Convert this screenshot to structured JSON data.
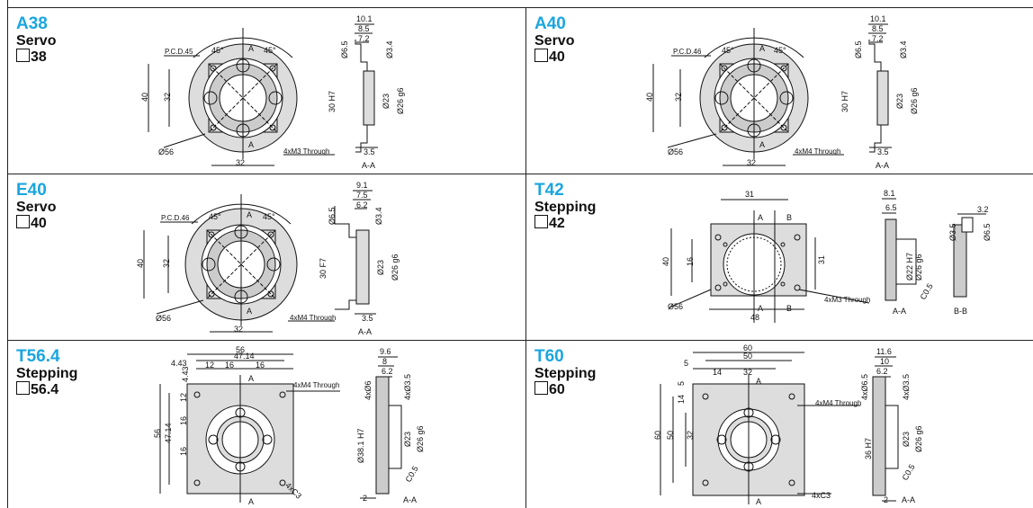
{
  "cells": [
    {
      "code": "A38",
      "type": "Servo",
      "size": "38",
      "pcd": "P.C.D.45",
      "ang1": "45°",
      "ang2": "45°",
      "a1": "A",
      "a2": "A",
      "outer": "40",
      "inner": "32",
      "bottom": "32",
      "dia": "Ø56",
      "hole": "4xM3 Through",
      "s1": "10.1",
      "s2": "8.5",
      "s3": "7.2",
      "s4": "Ø6.5",
      "s5": "Ø3.4",
      "s6": "30 H7",
      "s7": "Ø23",
      "s8": "Ø26 g6",
      "s9": "3.5",
      "sec": "A-A"
    },
    {
      "code": "A40",
      "type": "Servo",
      "size": "40",
      "pcd": "P.C.D.46",
      "ang1": "45°",
      "ang2": "45°",
      "a1": "A",
      "a2": "A",
      "outer": "40",
      "inner": "32",
      "bottom": "32",
      "dia": "Ø56",
      "hole": "4xM4 Through",
      "s1": "10.1",
      "s2": "8.5",
      "s3": "7.2",
      "s4": "Ø6.5",
      "s5": "Ø3.4",
      "s6": "30 H7",
      "s7": "Ø23",
      "s8": "Ø26 g6",
      "s9": "3.5",
      "sec": "A-A"
    },
    {
      "code": "E40",
      "type": "Servo",
      "size": "40",
      "pcd": "P.C.D.46",
      "ang1": "45°",
      "ang2": "45°",
      "a1": "A",
      "a2": "A",
      "outer": "40",
      "inner": "32",
      "bottom": "32",
      "dia": "Ø56",
      "hole": "4xM4 Through",
      "s1": "9.1",
      "s2": "7.5",
      "s3": "6.2",
      "s4": "Ø6.5",
      "s5": "Ø3.4",
      "s6": "30 F7",
      "s7": "Ø23",
      "s8": "Ø26 g6",
      "s9": "3.5",
      "sec": "A-A"
    },
    {
      "code": "T42",
      "type": "Stepping",
      "size": "42",
      "top": "31",
      "right": "31",
      "outer": "40",
      "inner": "16",
      "bottom": "48",
      "dia": "Ø56",
      "hole": "4xM3 Through",
      "a1": "A",
      "b1": "B",
      "a2": "A",
      "b2": "B",
      "s1": "8.1",
      "s2": "6.5",
      "s6": "Ø22 H7",
      "s8": "Ø26 g6",
      "c": "C0.5",
      "sec": "A-A",
      "bb1": "3.2",
      "bb2": "Ø3.5",
      "bb3": "Ø6.5",
      "sec2": "B-B"
    },
    {
      "code": "T56.4",
      "type": "Stepping",
      "size": "56.4",
      "t1": "56",
      "t2": "47.14",
      "t3": "4.43",
      "t4": "12",
      "t5": "16",
      "t6": "16",
      "hole": "4xM4 Through",
      "a1": "A",
      "a2": "A",
      "l1": "4.43",
      "l2": "12",
      "l3": "16",
      "l4": "16",
      "o1": "56",
      "o2": "47.14",
      "chamfer": "4xC3",
      "s1": "9.6",
      "s2": "8",
      "s3": "6.2",
      "s4": "4xØ6",
      "s5": "4xØ3.5",
      "s6": "Ø38.1 H7",
      "s7": "Ø23",
      "s8": "Ø26 g6",
      "c": "C0.5",
      "s9": "2",
      "sec": "A-A"
    },
    {
      "code": "T60",
      "type": "Stepping",
      "size": "60",
      "t1": "60",
      "t2": "50",
      "t3": "5",
      "t4": "14",
      "t5": "32",
      "hole": "4xM4 Through",
      "a1": "A",
      "a2": "A",
      "l1": "5",
      "l2": "14",
      "l3": "32",
      "o1": "60",
      "o2": "50",
      "chamfer": "4xC3",
      "s1": "11.6",
      "s2": "10",
      "s3": "6.2",
      "s4": "4xØ6.5",
      "s5": "4xØ3.5",
      "s6": "36 H7",
      "s7": "Ø23",
      "s8": "Ø26 g6",
      "c": "C0.5",
      "s9": "2",
      "sec": "A-A"
    }
  ]
}
